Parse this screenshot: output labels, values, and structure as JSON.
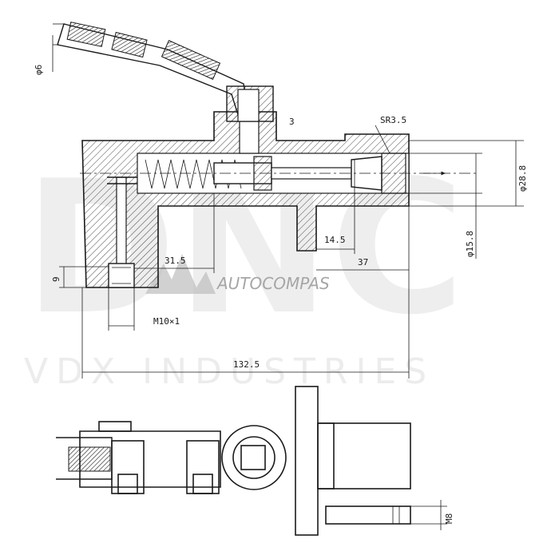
{
  "watermark": {
    "letters": "DNC",
    "subtitle": "VDX INDUSTRIES",
    "logo": "AUTOCOMPAS"
  },
  "dimensions": {
    "d6": "φ6",
    "chamfer": "3",
    "sr": "SR3.5",
    "d28_8": "φ28.8",
    "d15_8": "φ15.8",
    "d14_5": "14.5",
    "d37": "37",
    "d31_5": "31.5",
    "d9": "9",
    "thread": "M10×1",
    "length": "132.5",
    "m8": "M8"
  }
}
